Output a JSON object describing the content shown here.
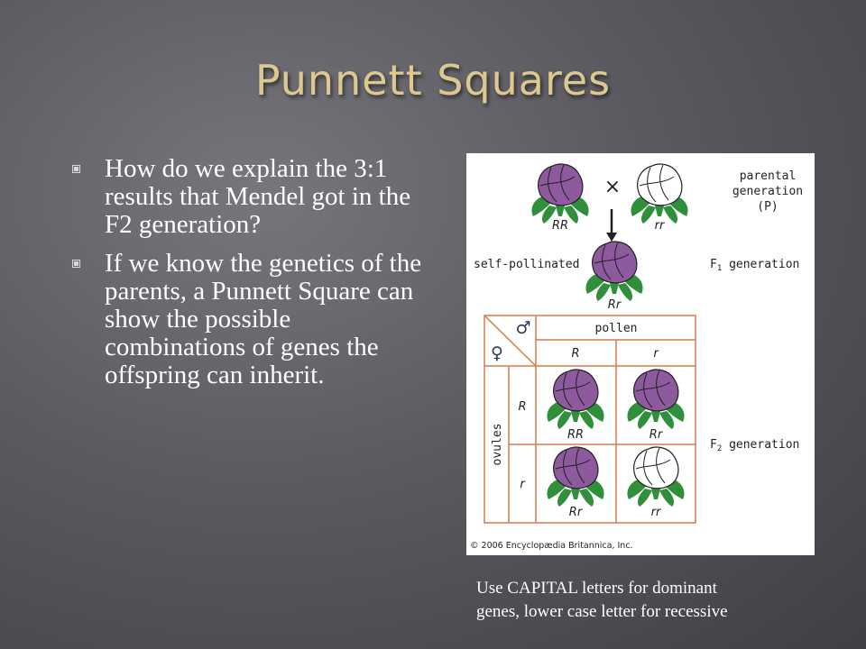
{
  "title": "Punnett Squares",
  "bullets": [
    "How do we explain the 3:1 results that Mendel got in the F2 generation?",
    "If we know the genetics of the parents, a Punnett Square can show the possible combinations of genes the offspring can inherit."
  ],
  "figure": {
    "cross_symbol": "×",
    "parent_left_label": "RR",
    "parent_right_label": "rr",
    "parental_label_lines": [
      "parental",
      "generation",
      "(P)"
    ],
    "self_pollinated": "self-pollinated",
    "f1_label": "F",
    "f1_sub": "1",
    "f1_rest": " generation",
    "f1_plant_label": "Rr",
    "pollen": "pollen",
    "ovules": "ovules",
    "male_symbol": "♂",
    "female_symbol": "♀",
    "col_labels": [
      "R",
      "r"
    ],
    "row_labels": [
      "R",
      "r"
    ],
    "cells": [
      "RR",
      "Rr",
      "Rr",
      "rr"
    ],
    "f2_label": "F",
    "f2_sub": "2",
    "f2_rest": " generation",
    "copyright": "© 2006 Encyclopædia Britannica, Inc.",
    "colors": {
      "purple": "#8e5a9e",
      "green": "#2f8f3b",
      "grid": "#d97a4a"
    }
  },
  "caption_lines": [
    "Use CAPITAL letters for dominant",
    "genes, lower case letter for recessive"
  ]
}
